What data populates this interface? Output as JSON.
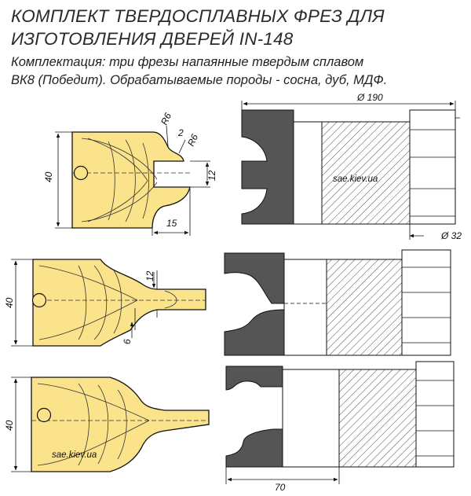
{
  "header": {
    "title_line1": "КОМПЛЕКТ ТВЕРДОСПЛАВНЫХ ФРЕЗ ДЛЯ",
    "title_line2": "ИЗГОТОВЛЕНИЯ ДВЕРЕЙ IN-148",
    "subtitle_line1": "Комплектация: три фрезы напаянные твердым сплавом",
    "subtitle_line2": "ВК8 (Победит). Обрабатываемые породы - сосна, дуб, МДФ."
  },
  "colors": {
    "profile_fill": "#fae38a",
    "cutter_fill": "#555555",
    "line": "#111111"
  },
  "dimensions": {
    "diameter_outer": "190",
    "diameter_bore": "32",
    "radius_1": "R6",
    "radius_2": "R6",
    "step": "2",
    "slot_top": "12",
    "height_1": "40",
    "width_1": "15",
    "height_2": "40",
    "tongue_2": "12",
    "offset_2": "6",
    "height_3": "40",
    "length_3": "70"
  },
  "watermarks": {
    "site_1": "sae.kiev.ua",
    "site_2": "sae.kiev.ua"
  },
  "diagram": {
    "profile_1": "#fae38a",
    "profile_2": "#fae38a",
    "profile_3": "#fae38a"
  }
}
